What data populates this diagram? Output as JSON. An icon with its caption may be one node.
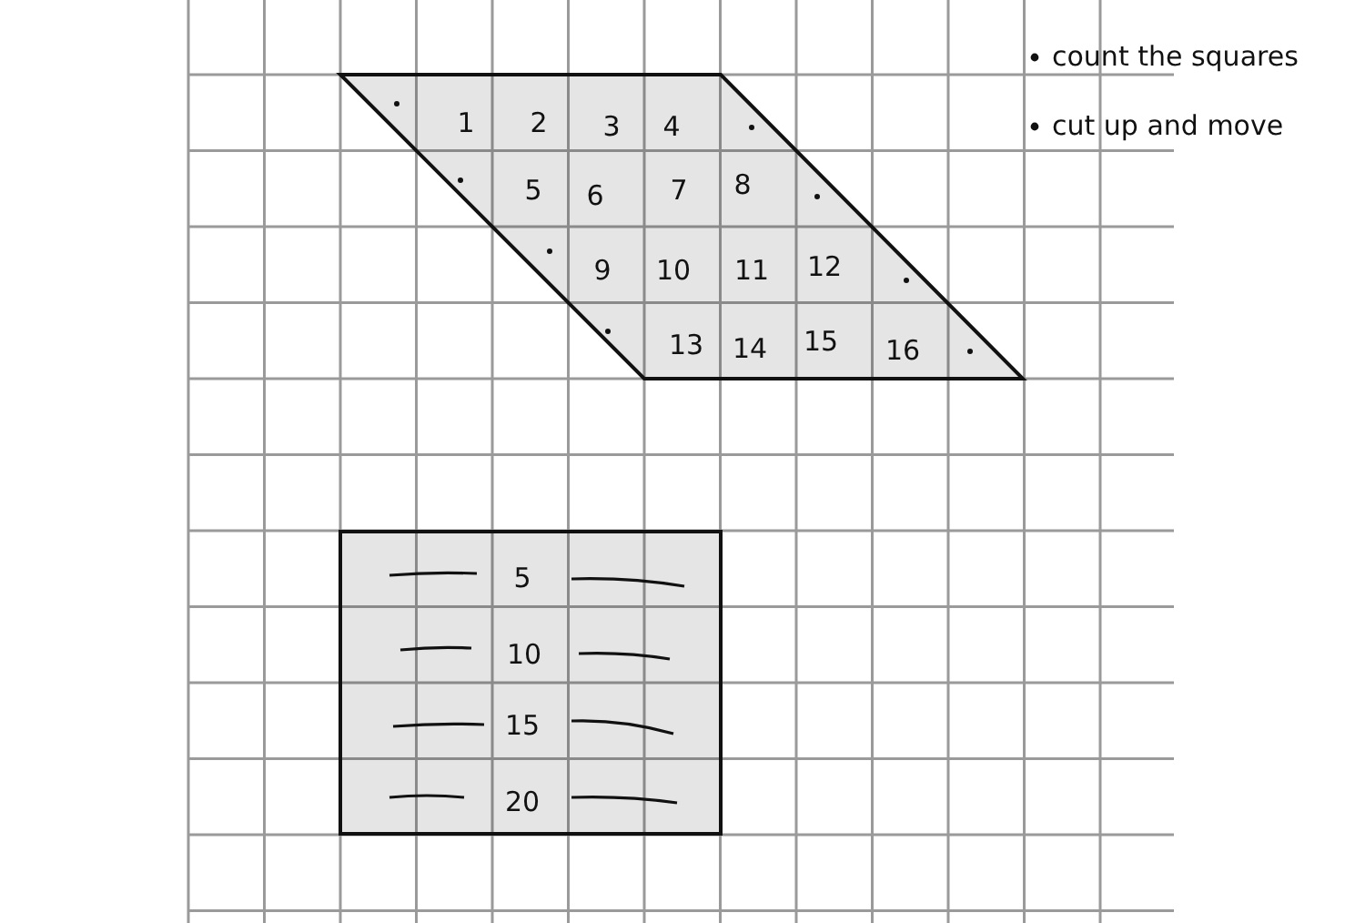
{
  "diagram": {
    "nodes": [
      {
        "text": [
          "1",
          "2",
          "3",
          "4",
          "5",
          "6",
          "7",
          "8",
          "9",
          "10",
          "11",
          "12",
          "13",
          "14",
          "15",
          "16"
        ]
      },
      {
        "text": [
          "5",
          "10",
          "15",
          "20"
        ]
      }
    ],
    "labels": [
      "count the squares",
      "cut up and move"
    ]
  }
}
